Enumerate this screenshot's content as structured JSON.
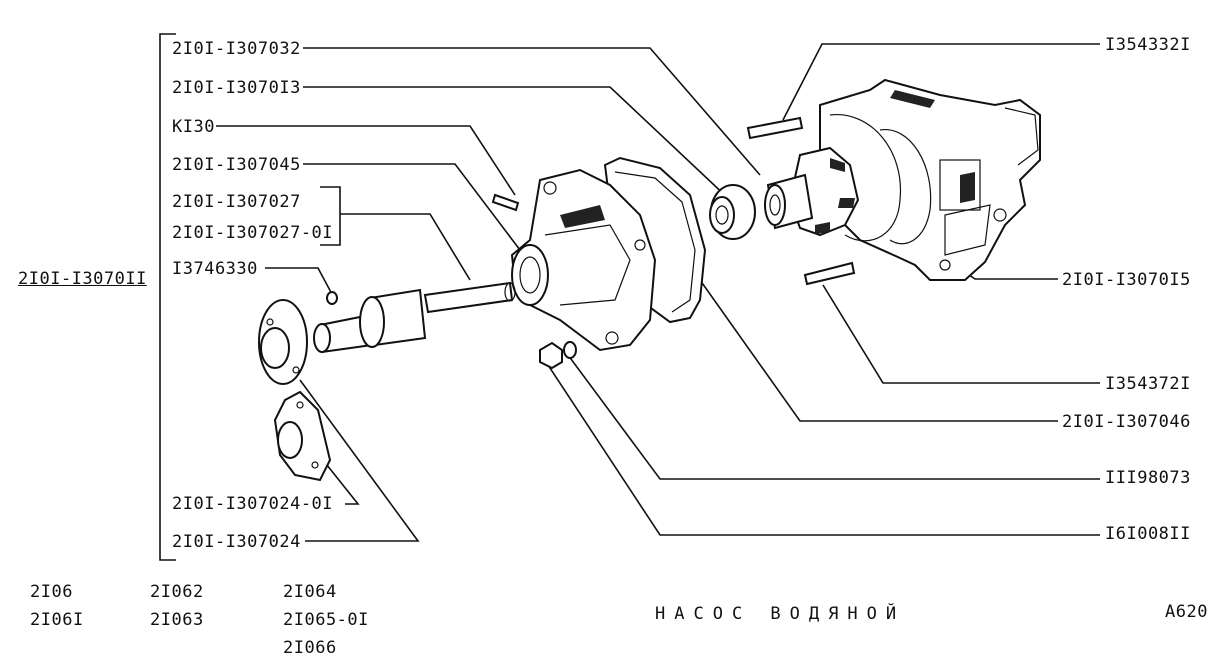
{
  "assembly": {
    "main_part": "2I0I-I3070II"
  },
  "labels_left": [
    {
      "id": "l1",
      "text": "2I0I-I307032"
    },
    {
      "id": "l2",
      "text": "2I0I-I3070I3"
    },
    {
      "id": "l3",
      "text": "KI30"
    },
    {
      "id": "l4",
      "text": "2I0I-I307045"
    },
    {
      "id": "l5",
      "text": "2I0I-I307027"
    },
    {
      "id": "l6",
      "text": "2I0I-I307027-0I"
    },
    {
      "id": "l7",
      "text": "I3746330"
    },
    {
      "id": "l8",
      "text": "2I0I-I307024-0I"
    },
    {
      "id": "l9",
      "text": "2I0I-I307024"
    }
  ],
  "labels_right": [
    {
      "id": "r1",
      "text": "I354332I"
    },
    {
      "id": "r2",
      "text": "2I0I-I3070I5"
    },
    {
      "id": "r3",
      "text": "I354372I"
    },
    {
      "id": "r4",
      "text": "2I0I-I307046"
    },
    {
      "id": "r5",
      "text": "III98073"
    },
    {
      "id": "r6",
      "text": "I6I008II"
    }
  ],
  "models": {
    "col1": [
      "2I06",
      "2I06I"
    ],
    "col2": [
      "2I062",
      "2I063"
    ],
    "col3": [
      "2I064",
      "2I065-0I",
      "2I066"
    ]
  },
  "title": "НАСОС ВОДЯНОЙ",
  "page_code": "A620"
}
